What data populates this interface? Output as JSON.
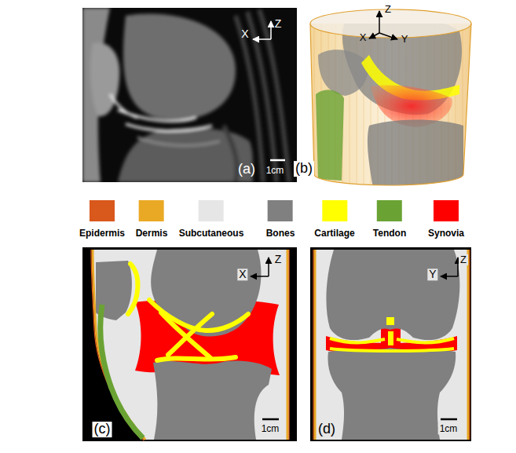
{
  "diagram": {
    "labels": [
      "X",
      "Z",
      "1cm",
      "(a)",
      "Z",
      "X",
      "Y",
      "(b)",
      "X",
      "Z",
      "1cm",
      "(c)",
      "Y",
      "Z",
      "1cm",
      "(d)"
    ],
    "legend": [
      {
        "text": "Epidermis",
        "color": "#d9581c"
      },
      {
        "text": "Dermis",
        "color": "#eaa925"
      },
      {
        "text": "Subcutaneous",
        "color": "#e6e6e6"
      },
      {
        "text": "Bones",
        "color": "#808080"
      },
      {
        "text": "Cartilage",
        "color": "#ffff00"
      },
      {
        "text": "Tendon",
        "color": "#6aa334"
      },
      {
        "text": "Synovia",
        "color": "#ff0000"
      }
    ]
  }
}
